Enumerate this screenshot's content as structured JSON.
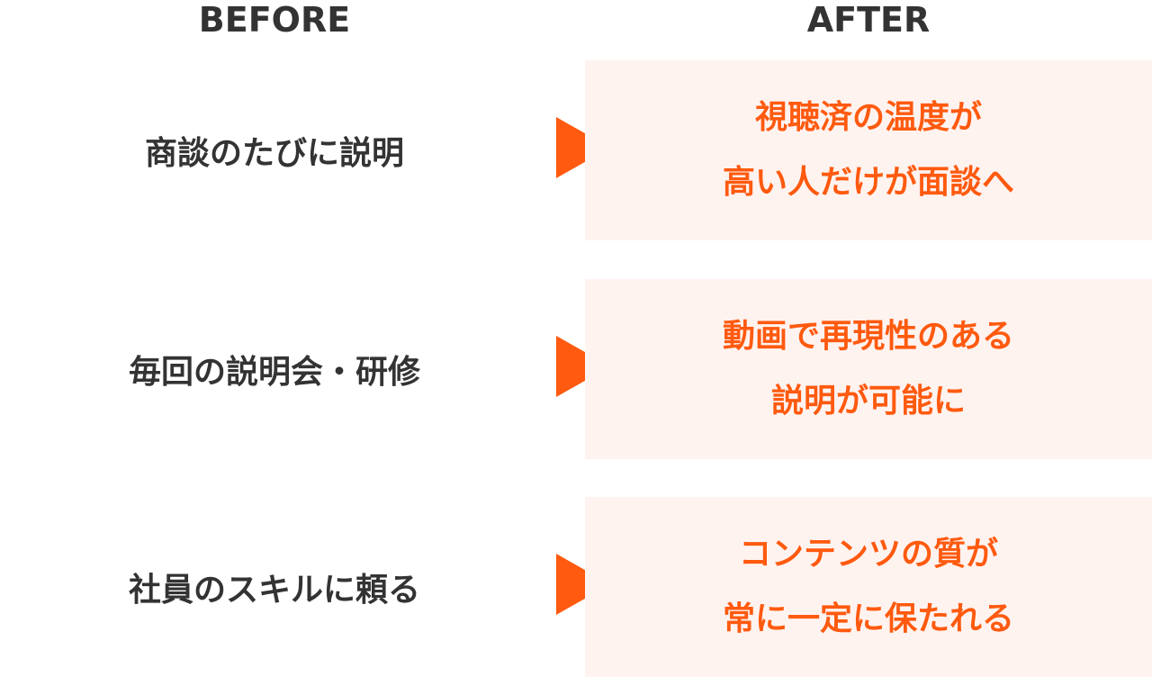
{
  "headers": {
    "before": "BEFORE",
    "after": "AFTER"
  },
  "rows": [
    {
      "before": "商談のたびに説明",
      "after_line1": "視聴済の温度が",
      "after_line2": "高い人だけが面談へ"
    },
    {
      "before": "毎回の説明会・研修",
      "after_line1": "動画で再現性のある",
      "after_line2": "説明が可能に"
    },
    {
      "before": "社員のスキルに頼る",
      "after_line1": "コンテンツの質が",
      "after_line2": "常に一定に保たれる"
    }
  ],
  "colors": {
    "accent": "#ff5a0f",
    "after_background": "#fff3f0",
    "text": "#333333"
  },
  "icons": {
    "arrow": "right-triangle-arrow-icon"
  }
}
